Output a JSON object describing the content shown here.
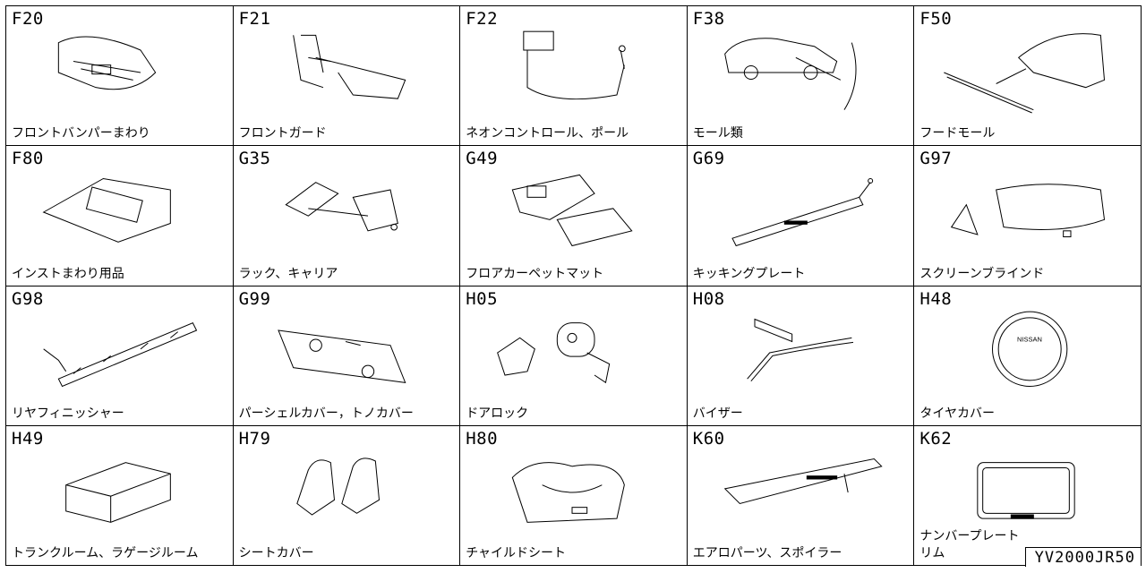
{
  "cells": [
    {
      "code": "F20",
      "label": "フロントバンパーまわり",
      "icon": "front-bumper-icon"
    },
    {
      "code": "F21",
      "label": "フロントガード",
      "icon": "front-guard-icon"
    },
    {
      "code": "F22",
      "label": "ネオンコントロール、ポール",
      "icon": "neon-control-pole-icon"
    },
    {
      "code": "F38",
      "label": "モール類",
      "icon": "molding-icon"
    },
    {
      "code": "F50",
      "label": "フードモール",
      "icon": "hood-molding-icon"
    },
    {
      "code": "F80",
      "label": "インストまわり用品",
      "icon": "instrument-accessory-icon"
    },
    {
      "code": "G35",
      "label": "ラック、キャリア",
      "icon": "rack-carrier-icon"
    },
    {
      "code": "G49",
      "label": "フロアカーペットマット",
      "icon": "floor-mat-icon"
    },
    {
      "code": "G69",
      "label": "キッキングプレート",
      "icon": "kicking-plate-icon"
    },
    {
      "code": "G97",
      "label": "スクリーンブラインド",
      "icon": "screen-blind-icon"
    },
    {
      "code": "G98",
      "label": "リヤフィニッシャー",
      "icon": "rear-finisher-icon"
    },
    {
      "code": "G99",
      "label": "パーシェルカバー，トノカバー",
      "icon": "parcel-shelf-cover-icon"
    },
    {
      "code": "H05",
      "label": "ドアロック",
      "icon": "door-lock-icon"
    },
    {
      "code": "H08",
      "label": "バイザー",
      "icon": "visor-icon"
    },
    {
      "code": "H48",
      "label": "タイヤカバー",
      "icon": "tire-cover-icon"
    },
    {
      "code": "H49",
      "label": "トランクルーム、ラゲージルーム",
      "icon": "trunk-room-icon"
    },
    {
      "code": "H79",
      "label": "シートカバー",
      "icon": "seat-cover-icon"
    },
    {
      "code": "H80",
      "label": "チャイルドシート",
      "icon": "child-seat-icon"
    },
    {
      "code": "K60",
      "label": "エアロパーツ、スポイラー",
      "icon": "aero-spoiler-icon"
    },
    {
      "code": "K62",
      "label": "ナンバープレート\nリム",
      "icon": "number-plate-rim-icon"
    }
  ],
  "h48_brand": "NISSAN",
  "footer_code": "YV2000JR50"
}
